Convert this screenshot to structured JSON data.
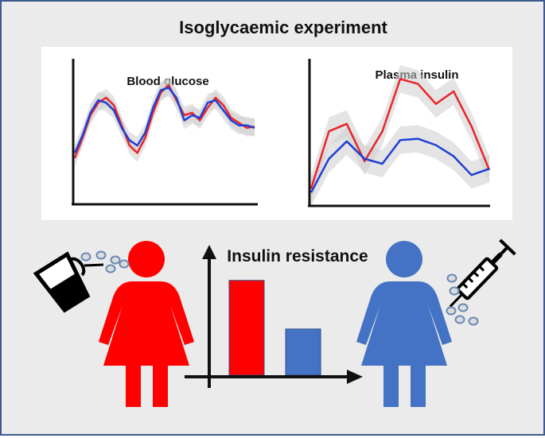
{
  "title": "Isoglycaemic experiment",
  "colors": {
    "frame": "#3b5a8f",
    "background": "#ebebeb",
    "panel": "#ffffff",
    "oral_red": "#ff0000",
    "iv_blue": "#4472c4",
    "trace_red": "#e8262a",
    "trace_blue": "#1f3fd6",
    "band_grey": "#cdcdcd"
  },
  "chart_data": [
    {
      "type": "line",
      "title": "Blood glucose",
      "xlabel": "",
      "ylabel": "",
      "ylim": [
        0,
        100
      ],
      "x": [
        0,
        1,
        2,
        3,
        4,
        5,
        6,
        7,
        8,
        9,
        10,
        11,
        12,
        13,
        14,
        15,
        16,
        17,
        18,
        19,
        20,
        21,
        22,
        23
      ],
      "band_width": 7,
      "series": [
        {
          "color": "#e8262a",
          "values": [
            28,
            44,
            62,
            72,
            76,
            70,
            54,
            38,
            32,
            44,
            64,
            80,
            86,
            74,
            62,
            64,
            58,
            68,
            76,
            70,
            60,
            56,
            52,
            53
          ]
        },
        {
          "color": "#1f3fd6",
          "values": [
            32,
            46,
            64,
            74,
            72,
            66,
            52,
            42,
            38,
            48,
            68,
            82,
            84,
            76,
            58,
            62,
            60,
            72,
            74,
            66,
            58,
            54,
            54,
            52
          ]
        }
      ]
    },
    {
      "type": "line",
      "title": "Plasma insulin",
      "xlabel": "",
      "ylabel": "",
      "ylim": [
        0,
        100
      ],
      "x": [
        0,
        1,
        2,
        3,
        4,
        5,
        6,
        7,
        8,
        9,
        10
      ],
      "band_width": 11,
      "series": [
        {
          "color": "#e8262a",
          "values": [
            8,
            54,
            60,
            30,
            54,
            96,
            92,
            76,
            86,
            58,
            23
          ]
        },
        {
          "color": "#1f3fd6",
          "values": [
            5,
            32,
            46,
            32,
            28,
            47,
            48,
            43,
            34,
            19,
            24
          ]
        }
      ]
    },
    {
      "type": "bar",
      "title": "Insulin resistance",
      "xlabel": "",
      "ylabel": "",
      "ylim": [
        0,
        100
      ],
      "categories": [
        "",
        ""
      ],
      "values": [
        78,
        38
      ],
      "colors": [
        "#ff0000",
        "#4472c4"
      ]
    }
  ]
}
